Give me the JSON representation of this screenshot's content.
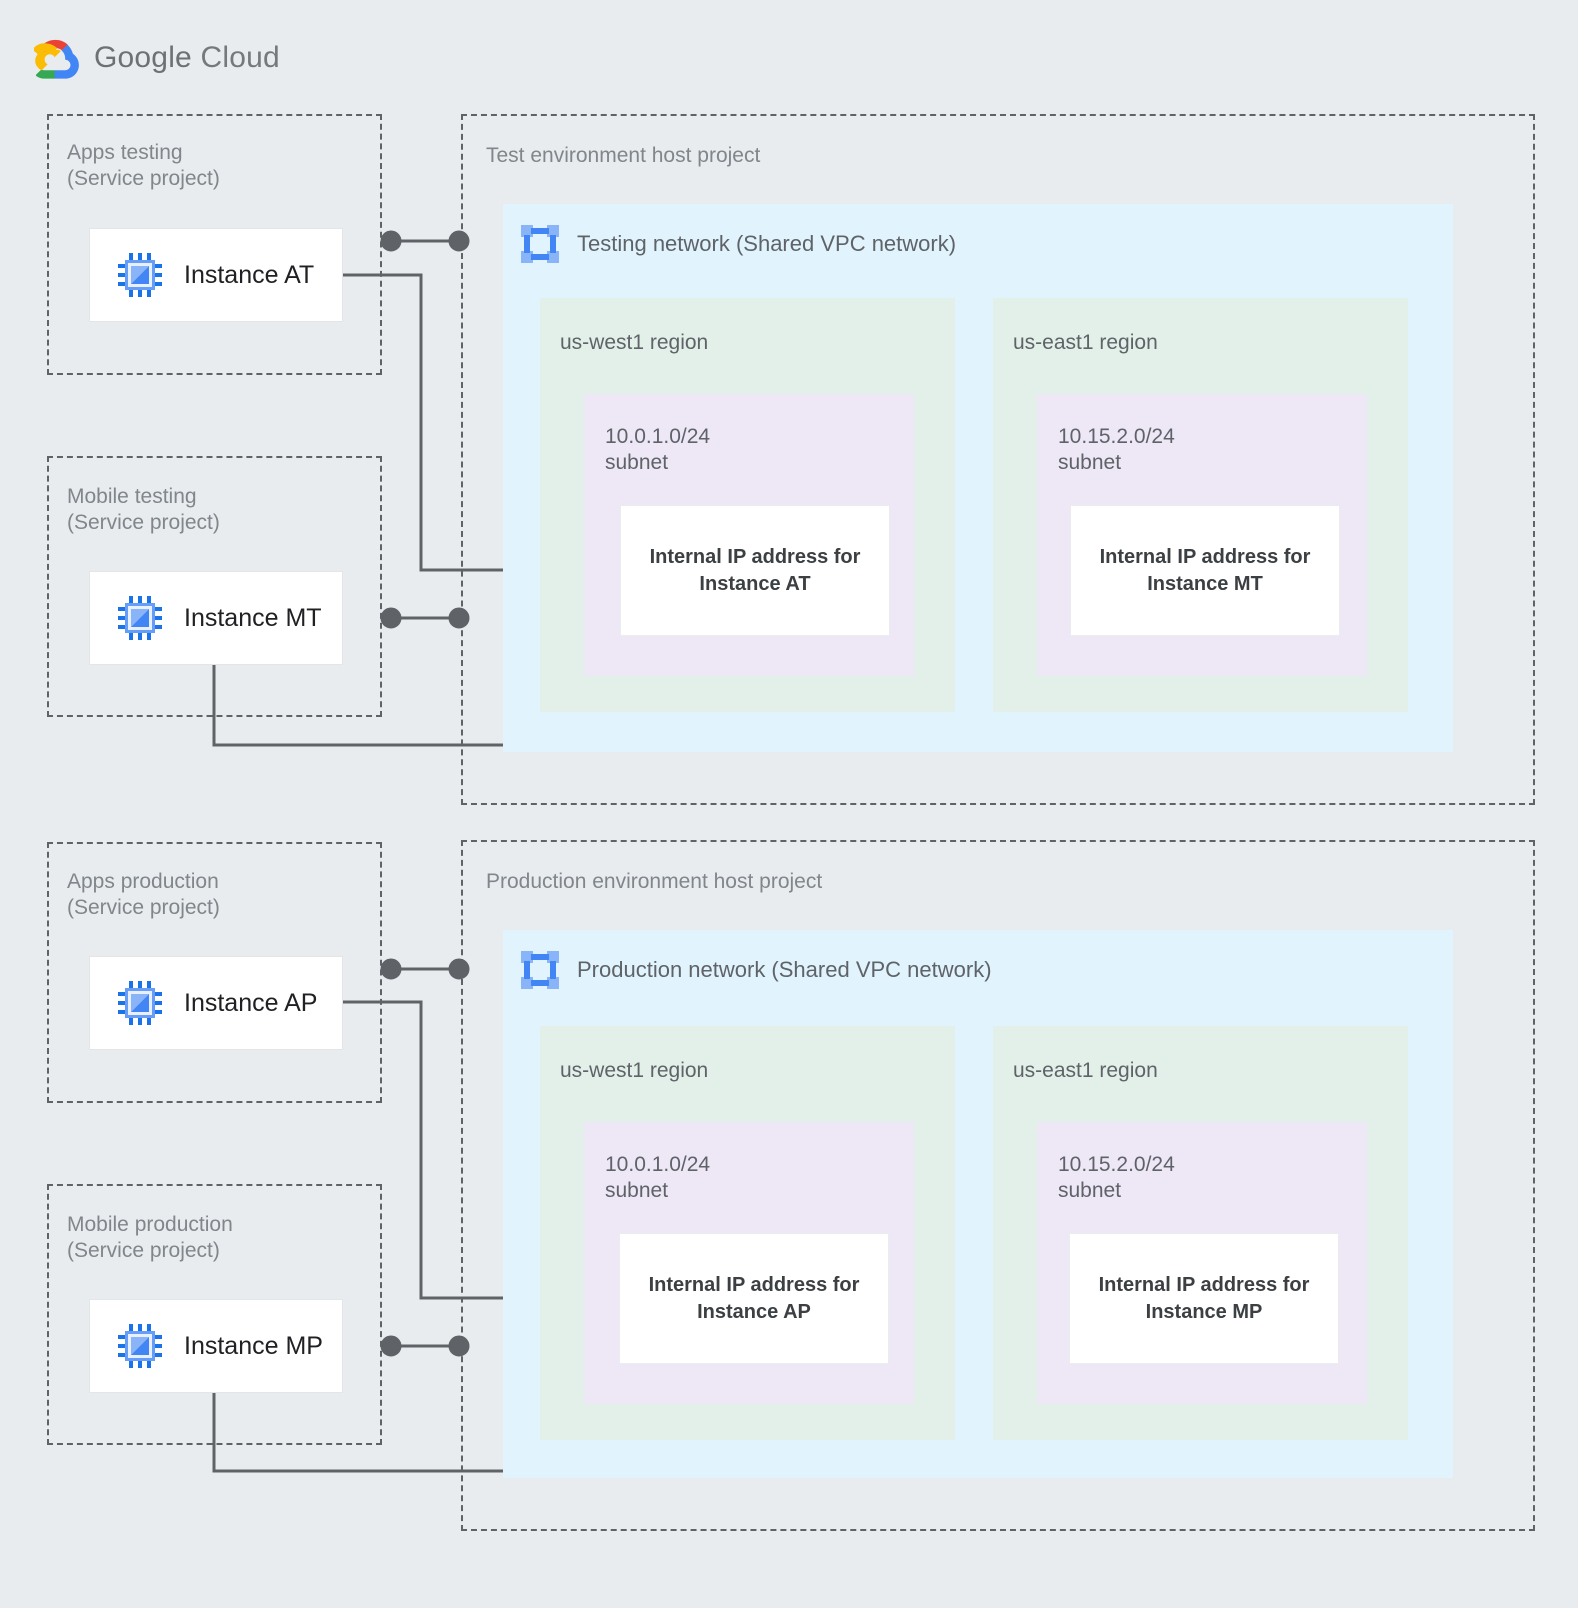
{
  "brand": {
    "name_bold": "Google",
    "name_light": " Cloud",
    "logo_icon": "google-cloud-logo"
  },
  "colors": {
    "page_background": "#e8ecee",
    "vpc_network": "#e1f3fd",
    "region": "#e2f0e9",
    "subnet": "#eee7f6",
    "card": "#ffffff",
    "dashed_border": "#5f6368",
    "label_text": "#5f6368",
    "connector": "#5f6368",
    "icon_blue": "#4285f4",
    "icon_blue_light": "#8ab4f8"
  },
  "environments": [
    {
      "id": "test",
      "host_project_label": "Test environment host project",
      "network": {
        "title": "Testing network (Shared VPC network)",
        "icon": "vpc-network-icon"
      },
      "service_projects": [
        {
          "id": "apps-testing",
          "label": "Apps testing\n(Service project)",
          "instance": {
            "label": "Instance AT",
            "icon": "cpu-instance-icon"
          }
        },
        {
          "id": "mobile-testing",
          "label": "Mobile testing\n(Service project)",
          "instance": {
            "label": "Instance MT",
            "icon": "cpu-instance-icon"
          }
        }
      ],
      "regions": [
        {
          "id": "us-west1",
          "label": "us-west1 region",
          "subnet": {
            "cidr": "10.0.1.0/24\nsubnet",
            "ip_box": "Internal IP address for\nInstance AT"
          }
        },
        {
          "id": "us-east1",
          "label": "us-east1 region",
          "subnet": {
            "cidr": "10.15.2.0/24\nsubnet",
            "ip_box": "Internal IP address for\nInstance MT"
          }
        }
      ]
    },
    {
      "id": "production",
      "host_project_label": "Production environment host project",
      "network": {
        "title": "Production network (Shared VPC network)",
        "icon": "vpc-network-icon"
      },
      "service_projects": [
        {
          "id": "apps-production",
          "label": "Apps production\n(Service project)",
          "instance": {
            "label": "Instance AP",
            "icon": "cpu-instance-icon"
          }
        },
        {
          "id": "mobile-production",
          "label": "Mobile production\n(Service project)",
          "instance": {
            "label": "Instance MP",
            "icon": "cpu-instance-icon"
          }
        }
      ],
      "regions": [
        {
          "id": "us-west1",
          "label": "us-west1 region",
          "subnet": {
            "cidr": "10.0.1.0/24\nsubnet",
            "ip_box": "Internal IP address for\nInstance AP"
          }
        },
        {
          "id": "us-east1",
          "label": "us-east1 region",
          "subnet": {
            "cidr": "10.15.2.0/24\nsubnet",
            "ip_box": "Internal IP address for\nInstance MP"
          }
        }
      ]
    }
  ]
}
